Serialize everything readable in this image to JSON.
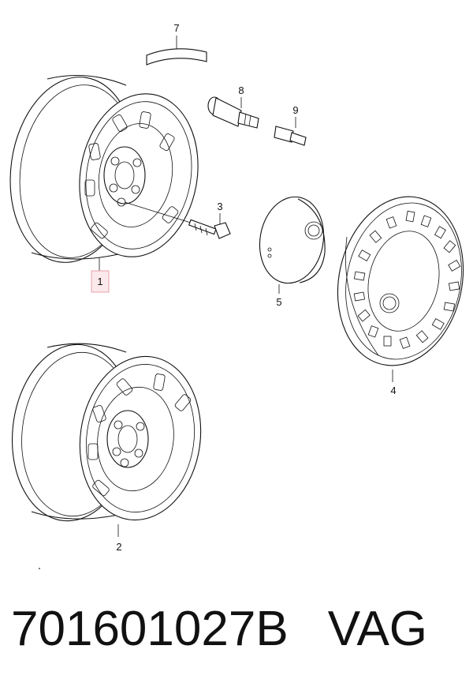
{
  "callouts": {
    "c1": "1",
    "c2": "2",
    "c3": "3",
    "c4": "4",
    "c5": "5",
    "c7": "7",
    "c8": "8",
    "c9": "9"
  },
  "highlight_color": "#e8a0a8",
  "footer": {
    "part_number": "701601027B",
    "brand": "VAG"
  }
}
